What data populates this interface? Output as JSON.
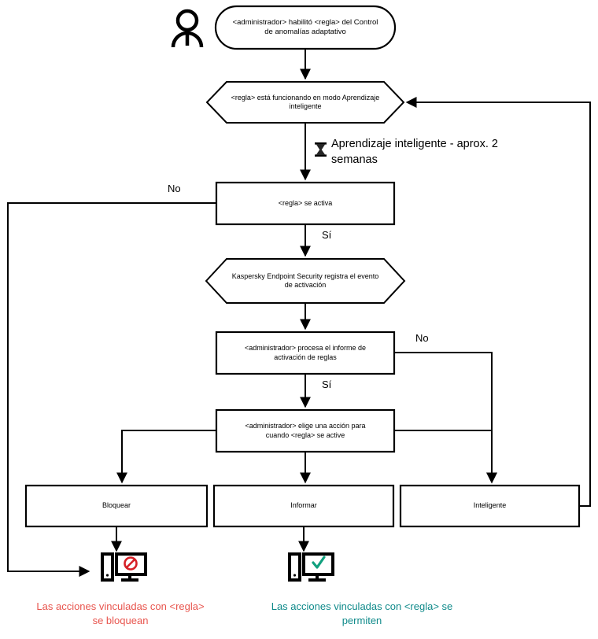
{
  "diagram": {
    "title": "Flujo del Control de anomalias adaptativo",
    "colors": {
      "stroke": "#000000",
      "fill": "#ffffff",
      "block_red": "#e8554e",
      "allow_teal": "#0f8a8a",
      "icon_red": "#d61f26",
      "icon_green": "#11a07e"
    },
    "nodes": {
      "actor": {
        "icon": "person-icon",
        "label": ""
      },
      "start": {
        "shape": "rounded",
        "line1": "<administrador> habilitó <regla> del Control",
        "line2": "de anomalías adaptativo"
      },
      "learning_mode": {
        "shape": "hexagon",
        "line1": "<regla> está funcionando en modo Aprendizaje",
        "line2": "inteligente"
      },
      "rule_triggers": {
        "shape": "rect",
        "line1": "<regla> se activa"
      },
      "kes_logs": {
        "shape": "hexagon",
        "line1": "Kaspersky Endpoint Security registra el evento",
        "line2": "de activación"
      },
      "admin_processes": {
        "shape": "rect",
        "line1": "<administrador> procesa el informe de",
        "line2": "activación de reglas"
      },
      "admin_chooses": {
        "shape": "rect",
        "line1": "<administrador> elige una acción para",
        "line2": "cuando <regla> se active"
      },
      "action_block": {
        "shape": "rect",
        "line1": "Bloquear"
      },
      "action_inform": {
        "shape": "rect",
        "line1": "Informar"
      },
      "action_smart": {
        "shape": "rect",
        "line1": "Inteligente"
      }
    },
    "annotations": {
      "learning_duration": {
        "icon": "hourglass-icon",
        "line1": "Aprendizaje inteligente - aprox. 2",
        "line2": "semanas"
      }
    },
    "edge_labels": {
      "no_rule_triggers": "No",
      "yes_rule_triggers": "Sí",
      "no_admin_processes": "No",
      "yes_admin_processes": "Sí"
    },
    "outcomes": {
      "blocked": {
        "icon": "monitor-blocked-icon",
        "line1": "Las acciones vinculadas con <regla>",
        "line2": "se bloquean"
      },
      "allowed": {
        "icon": "monitor-allowed-icon",
        "line1": "Las acciones vinculadas con <regla> se",
        "line2": "permiten"
      }
    }
  }
}
